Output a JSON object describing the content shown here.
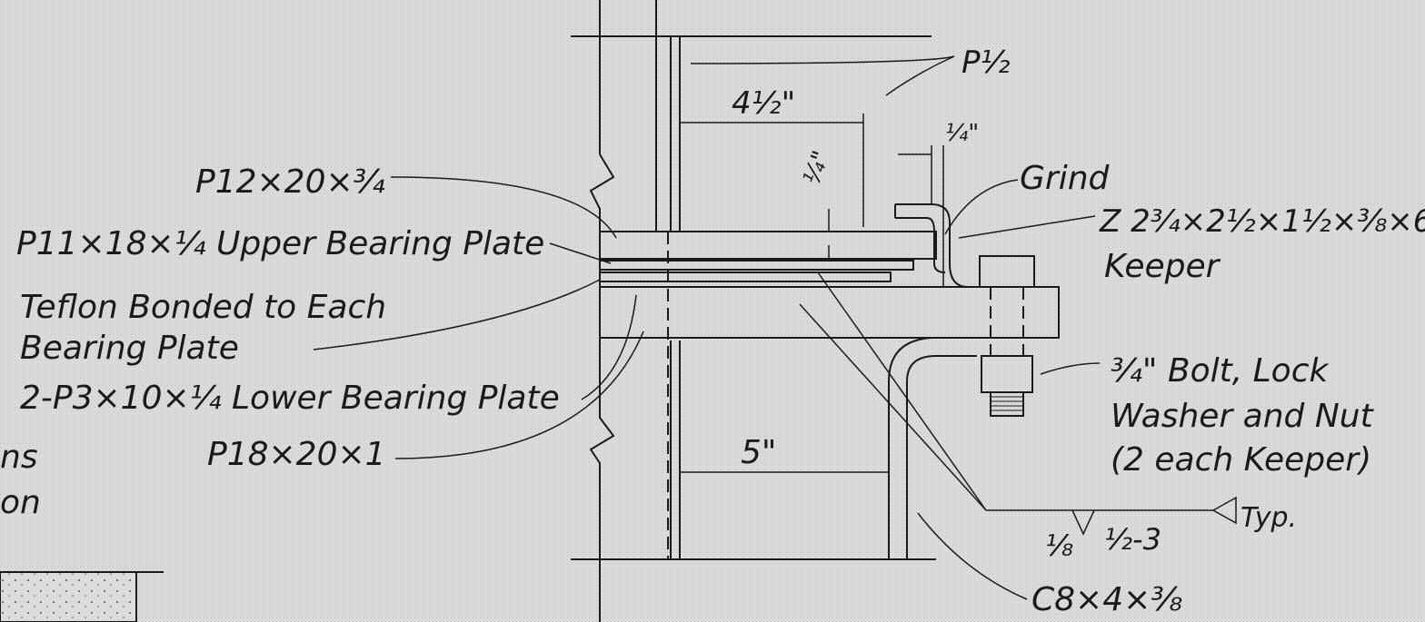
{
  "labels": {
    "plate_top": "P½",
    "dim_4_5": "4½\"",
    "dim_quarter_top": "¼\"",
    "dim_quarter_vert": "¼\"",
    "grind": "Grind",
    "plate_12x20": "P12×20×¾",
    "upper_plate": "P11×18×¼ Upper Bearing Plate",
    "teflon_1": "Teflon Bonded to Each",
    "teflon_2": "Bearing Plate",
    "lower_plate": "2-P3×10×¼ Lower Bearing Plate",
    "plate_18x20": "P18×20×1",
    "dim_5": "5\"",
    "keeper_1": "Z 2¾×2½×1½×⅜×6",
    "keeper_2": "Keeper",
    "bolt_1": "¾\" Bolt, Lock",
    "bolt_2": "Washer and Nut",
    "bolt_3": "(2 each Keeper)",
    "weld_size": "⅛",
    "weld_len": "½-3",
    "typ": "Typ.",
    "channel": "C8×4×⅜",
    "cut_left_1": "ns",
    "cut_left_2": "on"
  }
}
